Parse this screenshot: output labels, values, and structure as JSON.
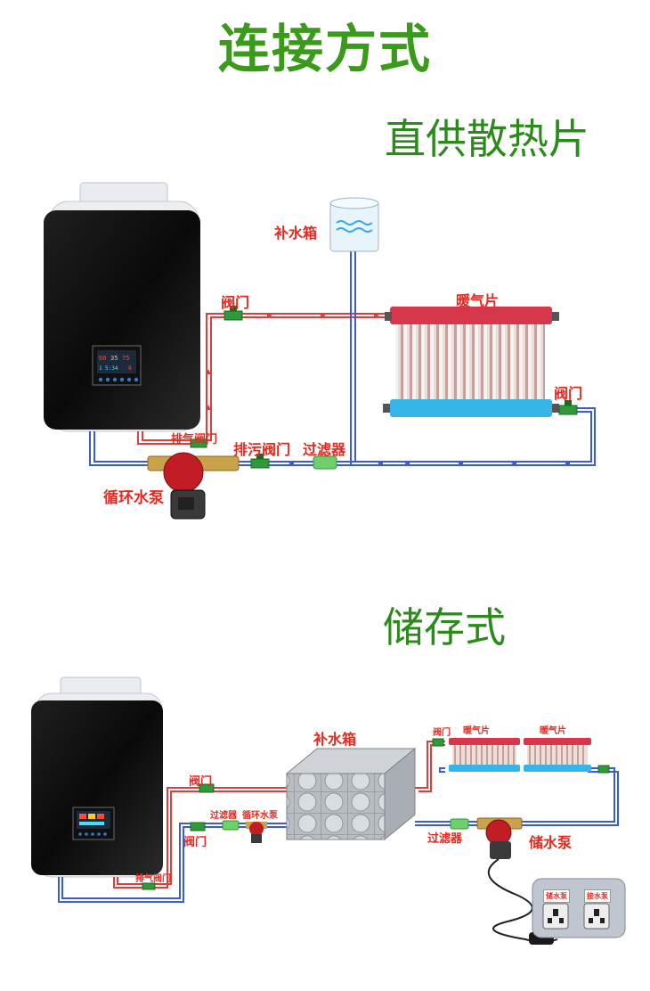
{
  "page_title": "连接方式",
  "section1": {
    "title": "直供散热片",
    "labels": {
      "tank": "补水箱",
      "valve_top": "阀门",
      "radiator": "暖气片",
      "valve_right": "阀门",
      "vent_valve": "排气阀门",
      "drain_valve": "排污阀门",
      "filter": "过滤器",
      "pump": "循环水泵"
    },
    "display": {
      "row1a": "60",
      "row1b": "35",
      "row1c": "75",
      "row2a": "1",
      "row2b": "5:34",
      "row2c": "8"
    }
  },
  "section2": {
    "title": "储存式",
    "labels": {
      "tank": "补水箱",
      "valve_top": "阀门",
      "valve_bottom": "阀门",
      "filter_left": "过滤器",
      "pump_small": "循环水泵",
      "vent_valve": "排气阀门",
      "valve_rad": "阀门",
      "radiator1": "暖气片",
      "radiator2": "暖气片",
      "filter_right": "过滤器",
      "storage_pump": "储水泵",
      "socket1": "储水泵",
      "socket2": "接水泵"
    }
  },
  "colors": {
    "title_green": "#3a9a1a",
    "label_red": "#e8281e",
    "hot_pipe": "#d94040",
    "cold_pipe": "#3b5bd6"
  }
}
